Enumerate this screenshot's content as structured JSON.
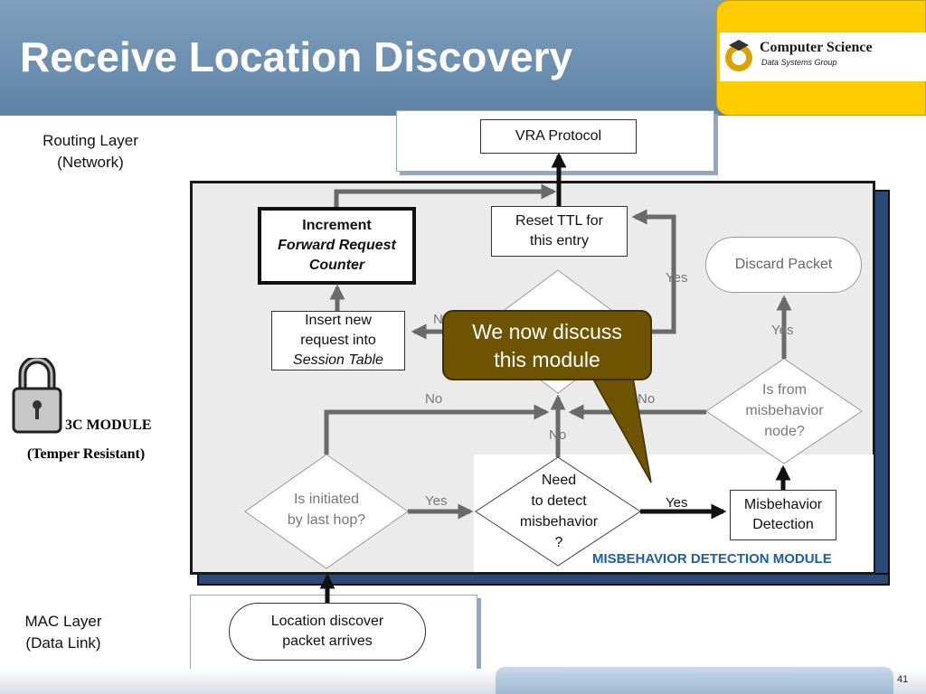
{
  "slide": {
    "title": "Receive Location Discovery",
    "page_number": "41"
  },
  "logo": {
    "title": "Computer Science",
    "subtitle": "Data Systems Group"
  },
  "layers": {
    "routing": [
      "Routing Layer",
      "(Network)"
    ],
    "mac": [
      "MAC Layer",
      "(Data Link)"
    ],
    "module": "3C MODULE",
    "temper": "(Temper Resistant)"
  },
  "nodes": {
    "vra": "VRA Protocol",
    "reset": [
      "Reset TTL for",
      "this entry"
    ],
    "increment": [
      "Increment",
      "Forward Request",
      "Counter"
    ],
    "insert": [
      "Insert new",
      "request into",
      "Session Table"
    ],
    "discard": "Discard Packet",
    "misbehavior_detection": [
      "Misbehavior",
      "Detection"
    ],
    "location": [
      "Location discover",
      "packet arrives"
    ],
    "need": [
      "Need",
      "to detect",
      "misbehavior",
      "?"
    ],
    "initiated": [
      "Is initiated",
      "by last hop?"
    ],
    "is_from": [
      "Is from",
      "misbehavior",
      "node?"
    ]
  },
  "edges": {
    "yes_initiated": "Yes",
    "yes_need": "Yes",
    "no_left": "No",
    "no_mid": "No",
    "no_right": "No",
    "no_insert": "No",
    "yes_discard": "Yes",
    "yes_isfrom": "Yes"
  },
  "mdm_label": "MISBEHAVIOR DETECTION MODULE",
  "callout": [
    "We now discuss",
    "this module"
  ],
  "colors": {
    "header": "#6a8bad",
    "logo_bg": "#ffcc00",
    "callout": "#6e5400",
    "module_label": "#1f5fa8"
  }
}
